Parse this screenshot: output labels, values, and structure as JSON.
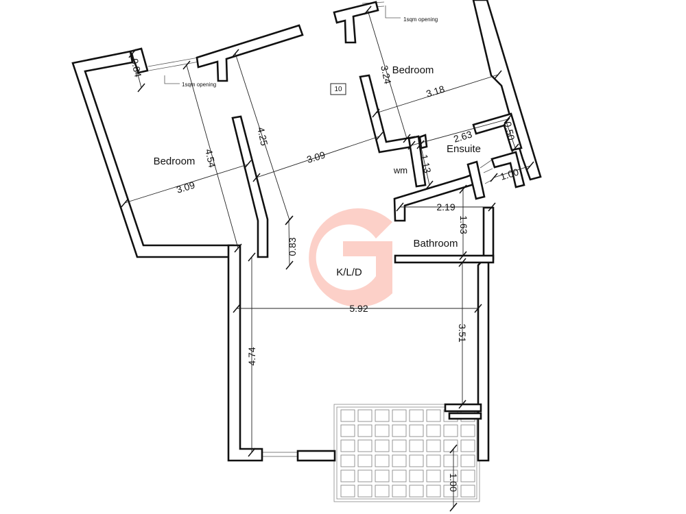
{
  "rooms": {
    "bedroom_left": "Bedroom",
    "bedroom_right": "Bedroom",
    "ensuite": "Ensuite",
    "bathroom": "Bathroom",
    "kld": "K/L/D",
    "wm": "wm"
  },
  "notes": {
    "opening_left": "1sqm opening",
    "opening_right": "1sqm opening",
    "box_number": "10"
  },
  "dimensions": {
    "d084": "0.84",
    "d454": "4.54",
    "d425": "4.25",
    "d309_left": "3.09",
    "d309_mid": "3.09",
    "d324": "3.24",
    "d318": "3.18",
    "d263": "2.63",
    "d050": "0.50",
    "d113": "1.13",
    "d100_ens": "1.00",
    "d219": "2.19",
    "d163": "1.63",
    "d083": "0.83",
    "d592": "5.92",
    "d474": "4.74",
    "d351": "3.51",
    "d100_terrace": "1.00"
  },
  "colors": {
    "wall_stroke": "#111111",
    "logo": "#f9a99a"
  },
  "icons": {
    "logo": "watermark-g-logo"
  }
}
